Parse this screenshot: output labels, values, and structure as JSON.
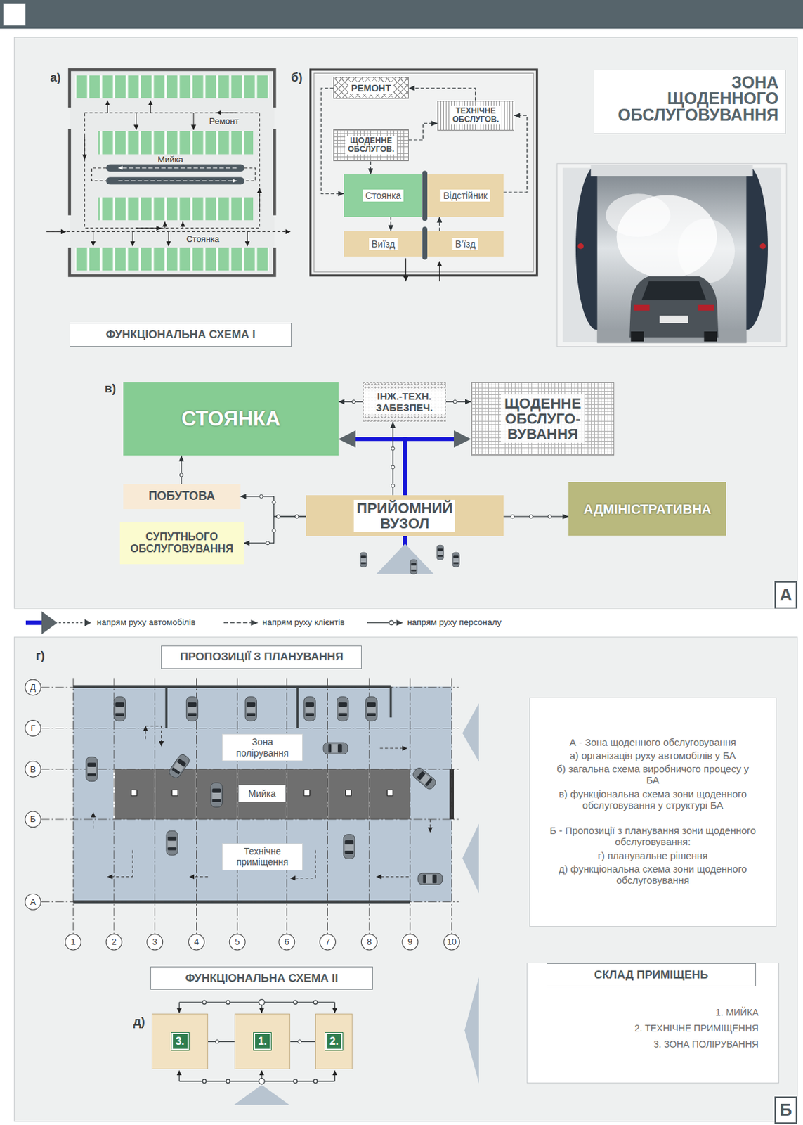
{
  "diagram": {
    "title": "ЗОНА ЩОДЕННОГО ОБСЛУГОВУВАННЯ",
    "nodes": [
      {
        "text": [
          "РЕМОНТ"
        ]
      },
      {
        "text": [
          "ТЕХНІЧНЕ ОБСЛУГОВ."
        ]
      },
      {
        "text": [
          "ЩОДЕННЕ ОБСЛУГОВ."
        ]
      },
      {
        "text": [
          "Стоянка"
        ]
      },
      {
        "text": [
          "Відстійник"
        ]
      },
      {
        "text": [
          "Виїзд"
        ]
      },
      {
        "text": [
          "В’їзд"
        ]
      },
      {
        "text": [
          "ФУНКЦІОНАЛЬНА СХЕМА І"
        ]
      },
      {
        "text": [
          "СТОЯНКА"
        ]
      },
      {
        "text": [
          "ІНЖ.-ТЕХН. ЗАБЕЗПЕЧ."
        ]
      },
      {
        "text": [
          "ЩОДЕННЕ ОБСЛУГО- ВУВАННЯ"
        ]
      },
      {
        "text": [
          "ПОБУТОВА"
        ]
      },
      {
        "text": [
          "ПРИЙОМНИЙ ВУЗОЛ"
        ]
      },
      {
        "text": [
          "АДМІНІСТРАТИВНА"
        ]
      },
      {
        "text": [
          "СУПУТНЬОГО ОБСЛУГОВУВАННЯ"
        ]
      },
      {
        "text": [
          "А"
        ]
      },
      {
        "text": [
          "ПРОПОЗИЦІЇ З ПЛАНУВАННЯ"
        ]
      },
      {
        "text": [
          "Зона полірування"
        ]
      },
      {
        "text": [
          "Мийка"
        ]
      },
      {
        "text": [
          "Технічне приміщення"
        ]
      },
      {
        "text": [
          "А - Зона щоденного обслуговування",
          "а) організація руху автомобілів у БА",
          "б) загальна схема виробничого процесу у БА",
          "в) функціональна схема зони щоденного обслуговування у структурі БА",
          "Б - Пропозиції з планування зони щоденного обслуговування:",
          "г) планувальне рішення",
          "д) функціональна схема зони щоденного обслуговування"
        ]
      },
      {
        "text": [
          "ФУНКЦІОНАЛЬНА СХЕМА II"
        ]
      },
      {
        "text": [
          "3."
        ]
      },
      {
        "text": [
          "1."
        ]
      },
      {
        "text": [
          "2."
        ]
      },
      {
        "text": [
          "1. МИЙКА",
          "2. ТЕХНІЧНЕ ПРИМІЩЕННЯ",
          "3. ЗОНА ПОЛІРУВАННЯ"
        ]
      },
      {
        "text": [
          "СКЛАД ПРИМІЩЕНЬ"
        ],
        "in": 25
      },
      {
        "text": [
          "Б"
        ]
      }
    ],
    "edges": [
      {
        "from": 6,
        "to": 4,
        "arrow": "to"
      },
      {
        "from": 4,
        "to": 1,
        "arrow": "to"
      },
      {
        "from": 1,
        "to": 0,
        "arrow": "to"
      },
      {
        "from": 2,
        "to": 1,
        "arrow": "to"
      },
      {
        "from": 0,
        "to": 3,
        "arrow": "to"
      },
      {
        "from": 2,
        "to": 3,
        "arrow": "to"
      },
      {
        "from": 3,
        "to": 5,
        "arrow": "to"
      },
      {
        "from": 12,
        "to": 8,
        "arrow": "to"
      },
      {
        "from": 12,
        "to": 10,
        "arrow": "to"
      },
      {
        "from": 12,
        "to": 9,
        "arrow": "to"
      },
      {
        "from": 9,
        "to": 8,
        "arrow": "to"
      },
      {
        "from": 9,
        "to": 10,
        "arrow": "to"
      },
      {
        "from": 12,
        "to": 11,
        "arrow": "to"
      },
      {
        "from": 12,
        "to": 14,
        "arrow": "to"
      },
      {
        "from": 12,
        "to": 13,
        "arrow": "to"
      },
      {
        "from": 11,
        "to": 8,
        "arrow": "to"
      },
      {
        "from": 22,
        "to": 23,
        "arrow": "none"
      },
      {
        "from": 23,
        "to": 24,
        "arrow": "none"
      }
    ],
    "labels": [
      "а)",
      "Ремонт",
      "Мийка",
      "Стоянка",
      "б)",
      "в)",
      "г)",
      "Д",
      "Г",
      "В",
      "Б",
      "А",
      "1",
      "2",
      "3",
      "4",
      "5",
      "6",
      "7",
      "8",
      "9",
      "10",
      "д)"
    ],
    "legend": [
      {
        "text": "напрям руху автомобілів"
      },
      {
        "text": "напрям руху клієнтів"
      },
      {
        "text": "напрям руху персоналу"
      }
    ]
  }
}
